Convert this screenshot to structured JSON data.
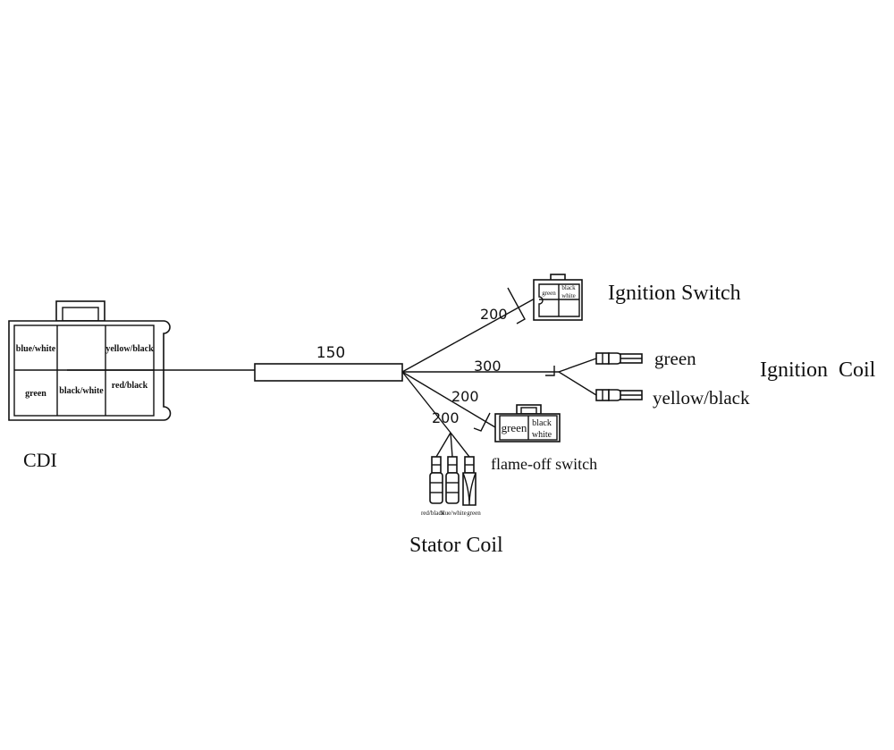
{
  "cdi": {
    "label": "CDI",
    "pins": [
      "blue/white",
      "",
      "yellow/black",
      "green",
      "black/white",
      "red/black"
    ]
  },
  "main_harness": {
    "length": "150"
  },
  "ignition_switch": {
    "label": "Ignition Switch",
    "length": "200",
    "pin_green": "green",
    "pin_black": "black",
    "pin_white": "white"
  },
  "ignition_coil": {
    "label": "Ignition  Coil",
    "length": "300",
    "wire1": "green",
    "wire2": "yellow/black"
  },
  "flame_off_switch": {
    "label": "flame-off switch",
    "length": "200",
    "pin_green": "green",
    "pin_black": "black",
    "pin_white": "white"
  },
  "stator_coil": {
    "label": "Stator Coil",
    "length": "200",
    "wires": [
      "red/black",
      "blue/white",
      "green"
    ]
  }
}
